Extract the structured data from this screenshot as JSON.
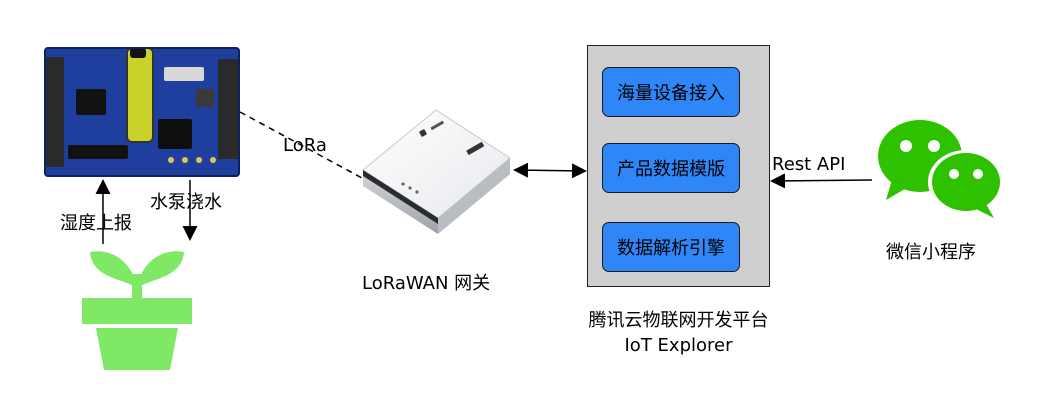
{
  "labels": {
    "lora": "LoRa",
    "gateway": "LoRaWAN 网关",
    "humidity_report": "湿度上报",
    "pump_water": "水泵浇水",
    "rest_api": "Rest API",
    "wechat_app": "微信小程序",
    "platform_line1": "腾讯云物联网开发平台",
    "platform_line2": "IoT Explorer"
  },
  "modules": [
    {
      "label": "海量设备接入"
    },
    {
      "label": "产品数据模版"
    },
    {
      "label": "数据解析引擎"
    }
  ],
  "colors": {
    "module_fill": "#2f86f6",
    "platform_fill": "#cfcfcf",
    "plant_green": "#7fe864",
    "wechat_green": "#2dc100",
    "board_blue": "#1f3f9e"
  },
  "icons": {
    "board": "lorawan-dev-board-icon",
    "gateway": "gateway-icon",
    "plant": "potted-plant-icon",
    "wechat": "wechat-logo-icon"
  }
}
